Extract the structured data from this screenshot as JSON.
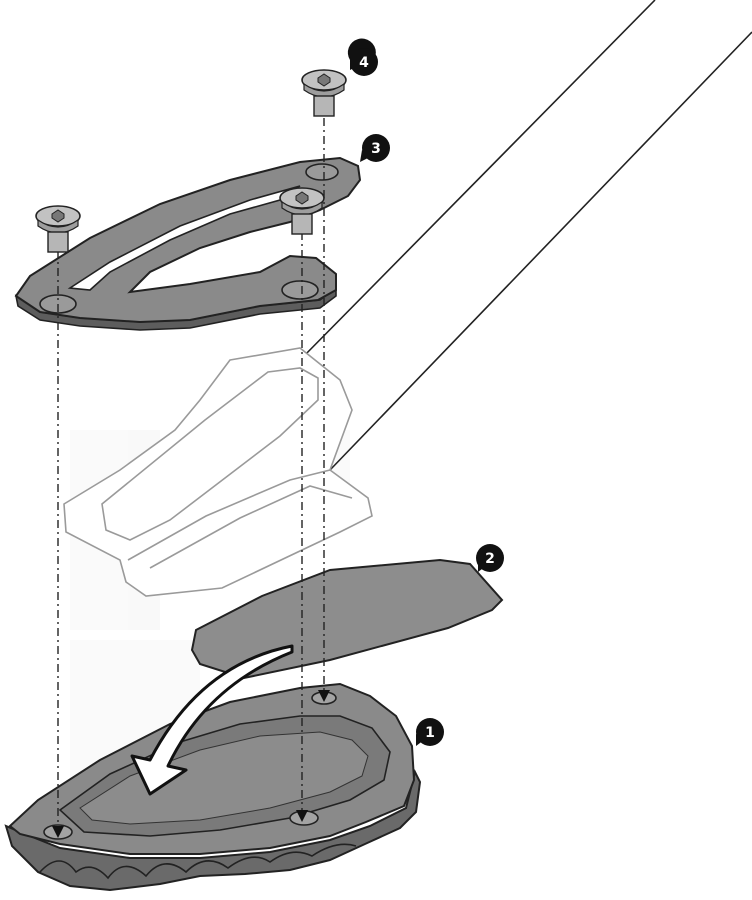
{
  "diagram": {
    "callouts": [
      {
        "id": "part-1",
        "label": "1"
      },
      {
        "id": "part-2",
        "label": "2"
      },
      {
        "id": "part-3",
        "label": "3"
      },
      {
        "id": "part-4",
        "label": "4"
      }
    ]
  },
  "colors": {
    "part_fill": "#8a8a8a",
    "part_fill_dark": "#6f6f6f",
    "outline": "#222222",
    "ghost_fill": "#f3f3f3",
    "ghost_outline": "#9a9a9a",
    "callout_fill": "#111111",
    "callout_text": "#ffffff",
    "background": "#ffffff"
  }
}
